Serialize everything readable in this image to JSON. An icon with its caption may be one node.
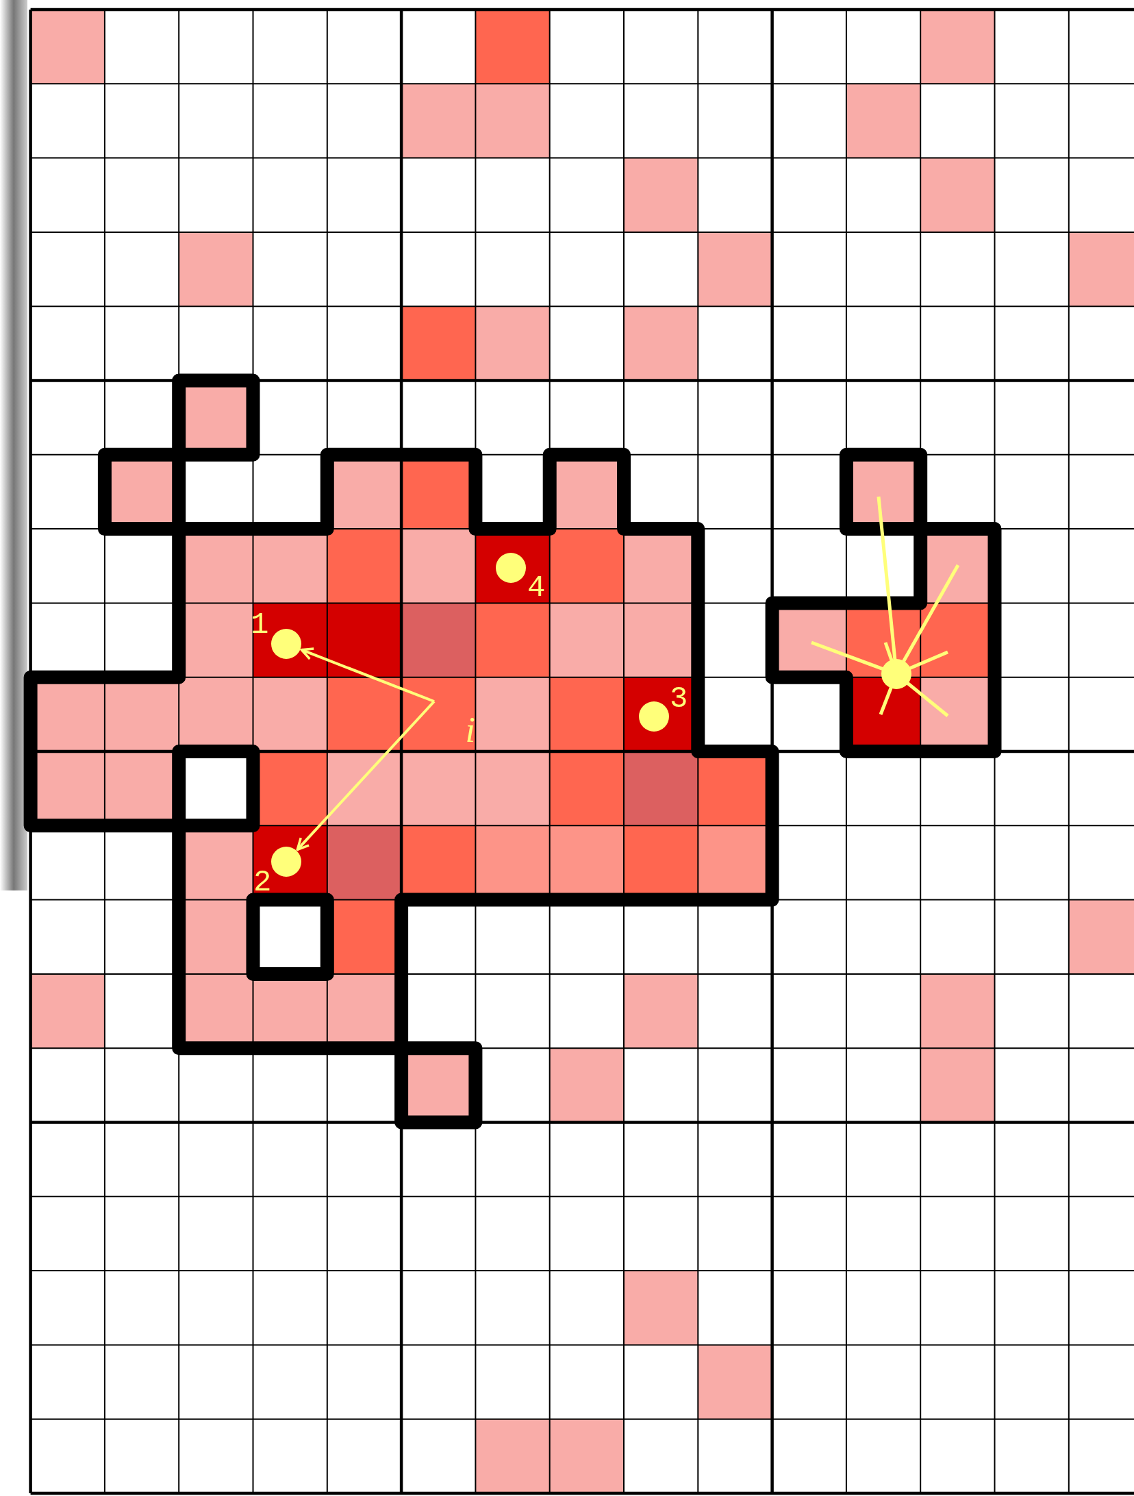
{
  "diagram": {
    "nodes": [
      {
        "text": [],
        "shape": "circle",
        "beside": [
          "1"
        ]
      },
      {
        "text": [],
        "shape": "circle",
        "beside": [
          "2"
        ]
      },
      {
        "text": [],
        "shape": "circle",
        "beside": [
          "3"
        ]
      },
      {
        "text": [],
        "shape": "circle",
        "beside": [
          "4"
        ]
      },
      {
        "text": [
          "i"
        ]
      }
    ],
    "edges": [
      {
        "from": 4,
        "to": 0,
        "arrow": "to"
      },
      {
        "from": 4,
        "to": 1,
        "arrow": "to"
      }
    ]
  }
}
